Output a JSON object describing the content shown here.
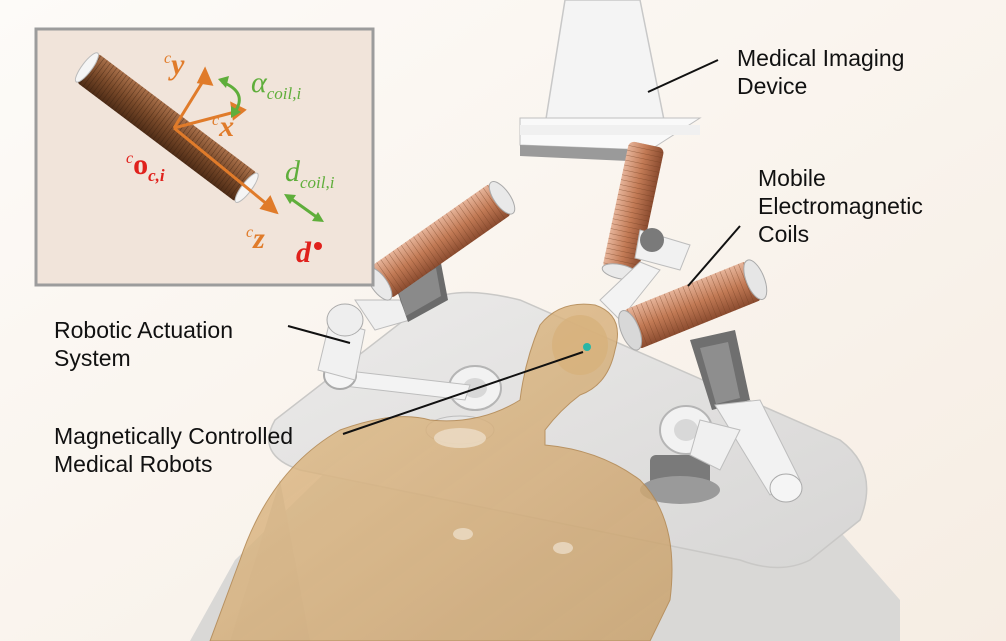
{
  "labels": {
    "imaging": [
      "Medical Imaging",
      "Device"
    ],
    "coils": [
      "Mobile",
      "Electromagnetic",
      "Coils"
    ],
    "actuation": [
      "Robotic Actuation",
      "System"
    ],
    "robots": [
      "Magnetically Controlled",
      "Medical Robots"
    ]
  },
  "inset": {
    "pre": "c",
    "y_axis": "y",
    "x_axis": "x",
    "z_axis": "z",
    "origin": "o",
    "origin_sub": "c,i",
    "alpha": "α",
    "alpha_sub": "coil,i",
    "dist": "d",
    "dist_sub": "coil,i",
    "target": "d"
  },
  "colors": {
    "axis_orange": "#e07b2a",
    "annot_green": "#5fae3b",
    "origin_red": "#e0211c",
    "body_tan": "#d8b07a",
    "coil_copper": "#c27a55"
  }
}
